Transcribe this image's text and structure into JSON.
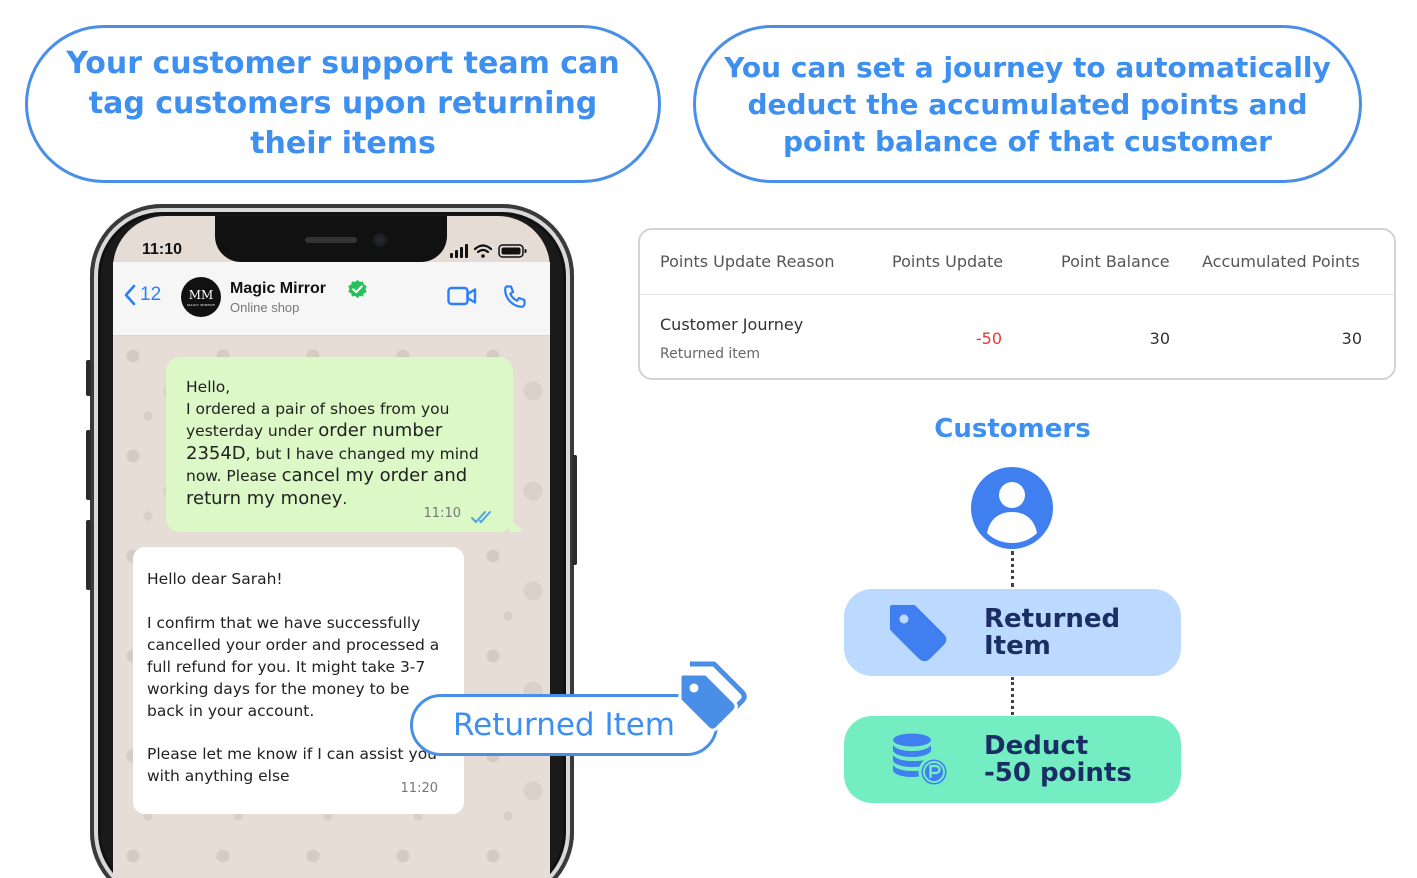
{
  "callouts": {
    "left": "Your customer support team can\ntag customers upon returning\ntheir items",
    "right": "You can set a journey to automatically\ndeduct the accumulated points and\npoint balance of that customer"
  },
  "phone": {
    "status_time": "11:10",
    "header": {
      "back_count": "12",
      "avatar_initials": "MM",
      "avatar_subtext": "MAGIC MIRROR",
      "contact_name": "Magic Mirror",
      "contact_status": "Online shop"
    },
    "outgoing_message": {
      "line1": "Hello,",
      "line2": "I ordered a pair of shoes from you",
      "line3_a": "yesterday under ",
      "line3_b": "order number",
      "line4_a": "2354D",
      "line4_b": ", but I have changed my mind",
      "line5_a": "now. Please ",
      "line5_b": "cancel my order and",
      "line6": "return my money",
      "line6_end": ".",
      "time": "11:10"
    },
    "incoming_message": {
      "greeting": "Hello dear Sarah!",
      "body": "I confirm that we have successfully cancelled your order and processed a full refund for you. It might take 3-7 working days for the money to be back in your account.",
      "closing": "Please let me know if I can assist you with anything else",
      "time": "11:20"
    }
  },
  "tag_pill": {
    "label": "Returned Item"
  },
  "points_table": {
    "columns": [
      "Points Update Reason",
      "Points Update",
      "Point Balance",
      "Accumulated Points"
    ],
    "row": {
      "reason": "Customer Journey",
      "reason_sub": "Returned item",
      "points_update": "-50",
      "point_balance": "30",
      "accumulated_points": "30"
    }
  },
  "flow": {
    "title": "Customers",
    "step1": "Returned\nItem",
    "step2": "Deduct\n-50 points"
  },
  "colors": {
    "accent_blue": "#3d8ff0",
    "negative_red": "#e53935",
    "returned_box": "#bcd9ff",
    "deduct_box": "#74edc3",
    "outgoing_bubble": "#dcf8c6"
  },
  "icons": {
    "tag": "tag-icon",
    "user": "user-circle-icon",
    "coins": "coins-points-icon",
    "verified": "verified-check-icon",
    "video": "video-call-icon",
    "call": "phone-call-icon"
  }
}
